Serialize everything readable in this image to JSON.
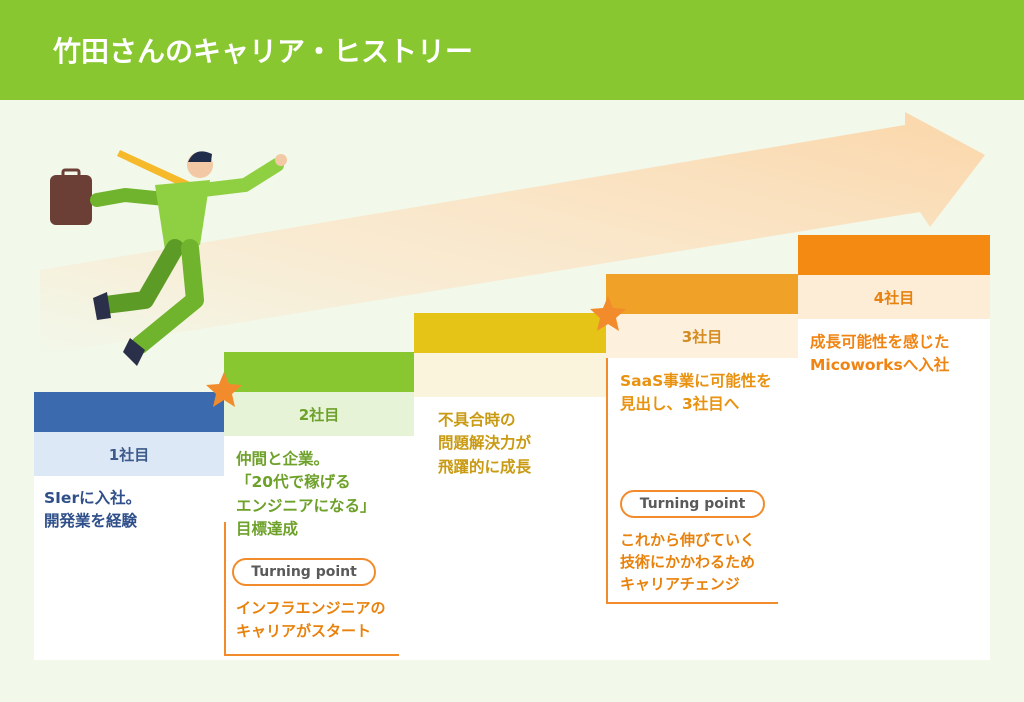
{
  "header": {
    "title": "竹田さんのキャリア・ヒストリー"
  },
  "colors": {
    "header_bg": "#89c731",
    "page_bg": "#f2f8ea",
    "step1": "#3c6aaf",
    "step2": "#89c731",
    "step3": "#e6c317",
    "step4": "#f0a127",
    "step5": "#f58a12",
    "accent_orange": "#f28b2b"
  },
  "icons": [
    "upward-trend-arrow-icon",
    "running-businessman-icon",
    "star-icon"
  ],
  "steps": [
    {
      "label": "1社目",
      "text": "SIerに入社。\n開発業を経験"
    },
    {
      "label": "2社目",
      "text": "仲間と企業。\n「20代で稼げる\nエンジニアになる」\n目標達成",
      "turning_point": "Turning point",
      "turning_text": "インフラエンジニアの\nキャリアがスタート"
    },
    {
      "label": "",
      "text": "不具合時の\n問題解決力が\n飛躍的に成長"
    },
    {
      "label": "3社目",
      "text": "SaaS事業に可能性を\n見出し、3社目へ",
      "turning_point": "Turning point",
      "turning_text": "これから伸びていく\n技術にかかわるため\nキャリアチェンジ"
    },
    {
      "label": "4社目",
      "text": "成長可能性を感じた\nMicoworksへ入社"
    }
  ]
}
